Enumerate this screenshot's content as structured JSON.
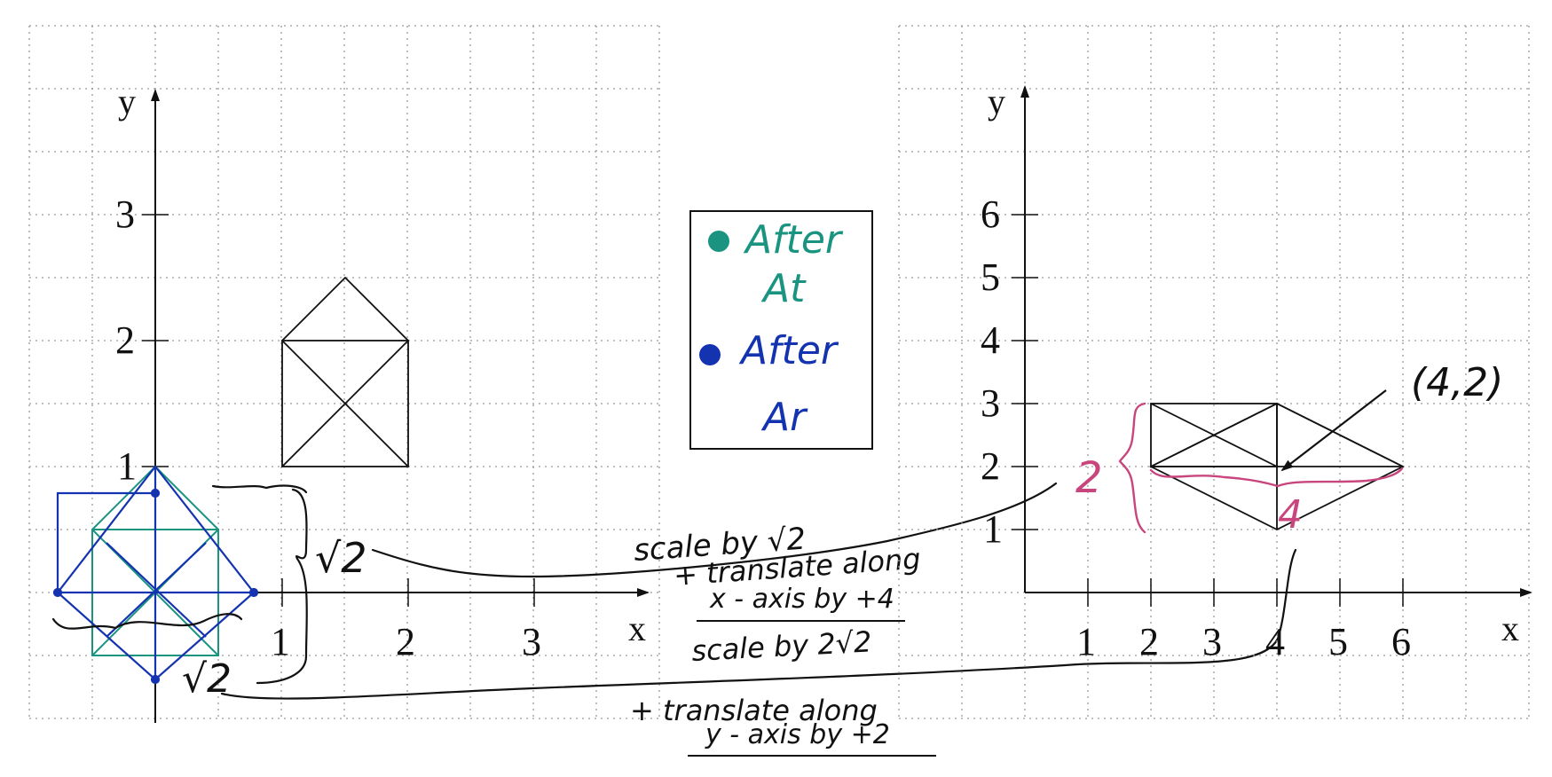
{
  "left_graph": {
    "x_axis_name": "x",
    "y_axis_name": "y",
    "x_ticks": [
      "1",
      "2",
      "3"
    ],
    "y_ticks": [
      "1",
      "2",
      "3"
    ],
    "annotations": {
      "sqrt2_upper": "√2",
      "sqrt2_lower": "√2"
    }
  },
  "right_graph": {
    "x_axis_name": "x",
    "y_axis_name": "y",
    "x_ticks": [
      "1",
      "2",
      "3",
      "4",
      "5",
      "6"
    ],
    "y_ticks": [
      "1",
      "2",
      "3",
      "4",
      "5",
      "6"
    ],
    "annotations": {
      "point": "(4,2)",
      "height": "2",
      "width": "4"
    }
  },
  "legend": {
    "item1_line1": "After",
    "item1_line2": "At",
    "item2_line1": "After",
    "item2_line2": "Ar",
    "teal_color": "#1a9481",
    "blue_color": "#1433b0"
  },
  "notes": {
    "upper_rule": "scale by √2",
    "upper_translate_1": "+ translate along",
    "upper_translate_2": "x - axis by +4",
    "lower_rule": "scale by 2√2",
    "lower_translate_1": "+ translate along",
    "lower_translate_2": "y - axis by +2"
  },
  "colors": {
    "ink": "#111111",
    "grid": "#9a9a9a",
    "teal": "#1a9481",
    "blue": "#1433b0",
    "magenta": "#c8457d"
  }
}
